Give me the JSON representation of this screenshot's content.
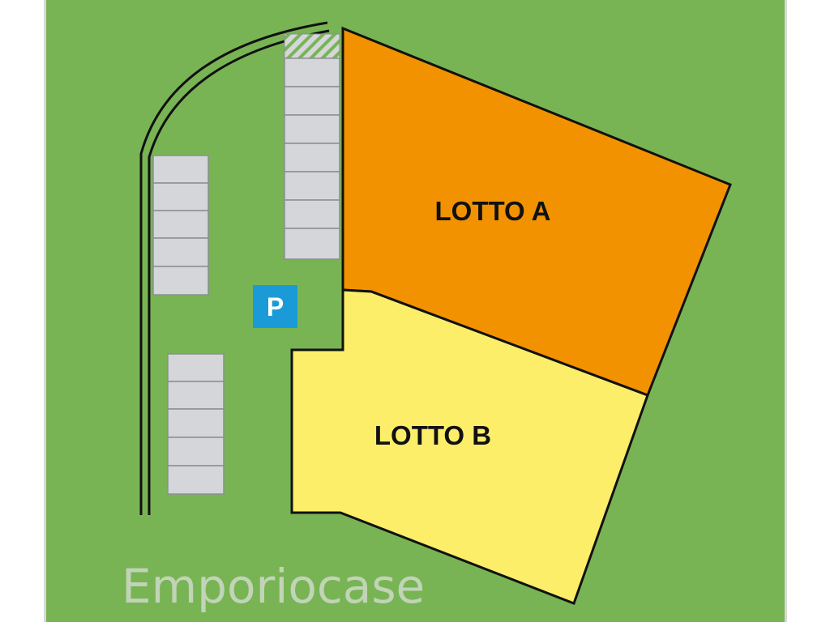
{
  "lots": [
    {
      "label": "LOTTO A",
      "color": "#f29200"
    },
    {
      "label": "LOTTO B",
      "color": "#fdee6a"
    }
  ],
  "parking_sign": {
    "letter": "P",
    "color": "#1a9bd8"
  },
  "watermark": "Emporiocase",
  "colors": {
    "grass": "#78b454",
    "border": "#d9d9d9",
    "outline": "#111111",
    "parking_stall": "#d4d6da",
    "stall_border": "#8b8e92"
  },
  "parking_rows": [
    {
      "name": "top-right-row",
      "stalls": 7
    },
    {
      "name": "left-upper-row",
      "stalls": 5
    },
    {
      "name": "left-lower-row",
      "stalls": 5
    }
  ]
}
